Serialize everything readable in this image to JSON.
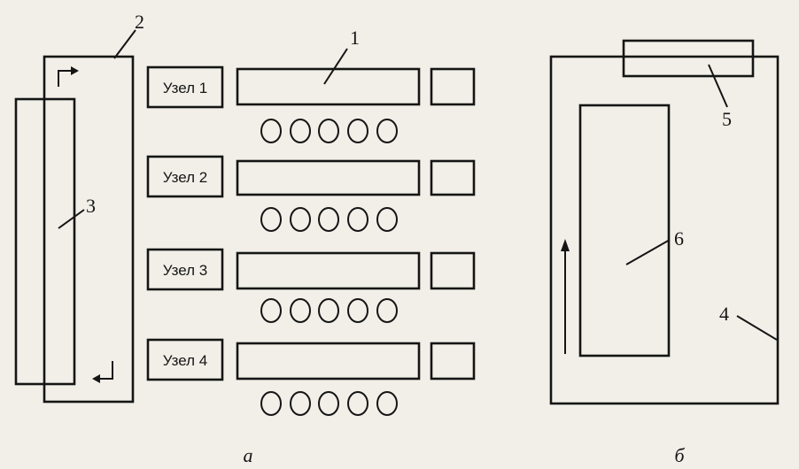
{
  "diagram": {
    "nodes": [
      {
        "id": "n1",
        "label": "Узел 1"
      },
      {
        "id": "n2",
        "label": "Узел 2"
      },
      {
        "id": "n3",
        "label": "Узел 3"
      },
      {
        "id": "n4",
        "label": "Узел 4"
      }
    ],
    "circles_per_row": 5,
    "callouts": [
      "1",
      "2",
      "3",
      "4",
      "5",
      "6"
    ],
    "captions": {
      "a": "а",
      "b": "б"
    }
  }
}
